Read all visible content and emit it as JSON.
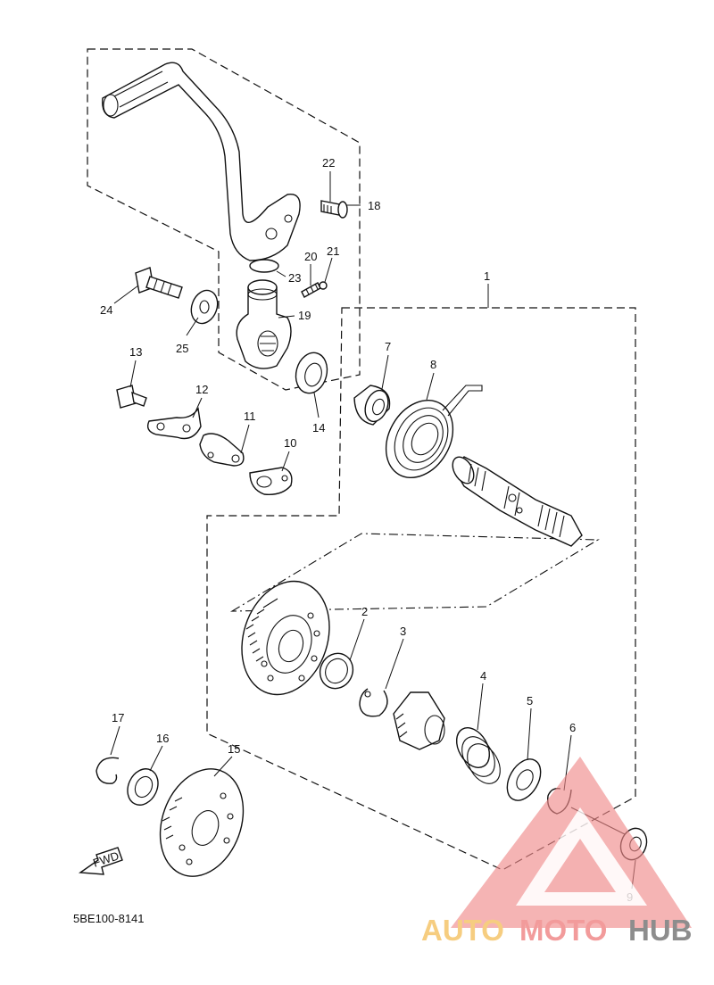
{
  "diagram": {
    "part_code": "5BE100-8141",
    "fwd_label": "FWD",
    "callouts": {
      "c1": "1",
      "c2": "2",
      "c3": "3",
      "c4": "4",
      "c5": "5",
      "c6": "6",
      "c7": "7",
      "c8": "8",
      "c9": "9",
      "c10": "10",
      "c11": "11",
      "c12": "12",
      "c13": "13",
      "c14": "14",
      "c15": "15",
      "c16": "16",
      "c17": "17",
      "c18": "18",
      "c19": "19",
      "c20": "20",
      "c21": "21",
      "c22": "22",
      "c23": "23",
      "c24": "24",
      "c25": "25"
    }
  },
  "watermark": {
    "brand_part1": "AUTO",
    "brand_part2": "MOTO",
    "brand_part3": "HUB",
    "color_primary": "#f08a8a",
    "color_secondary": "#f5c56a",
    "color_dark": "#7a7a7a"
  }
}
